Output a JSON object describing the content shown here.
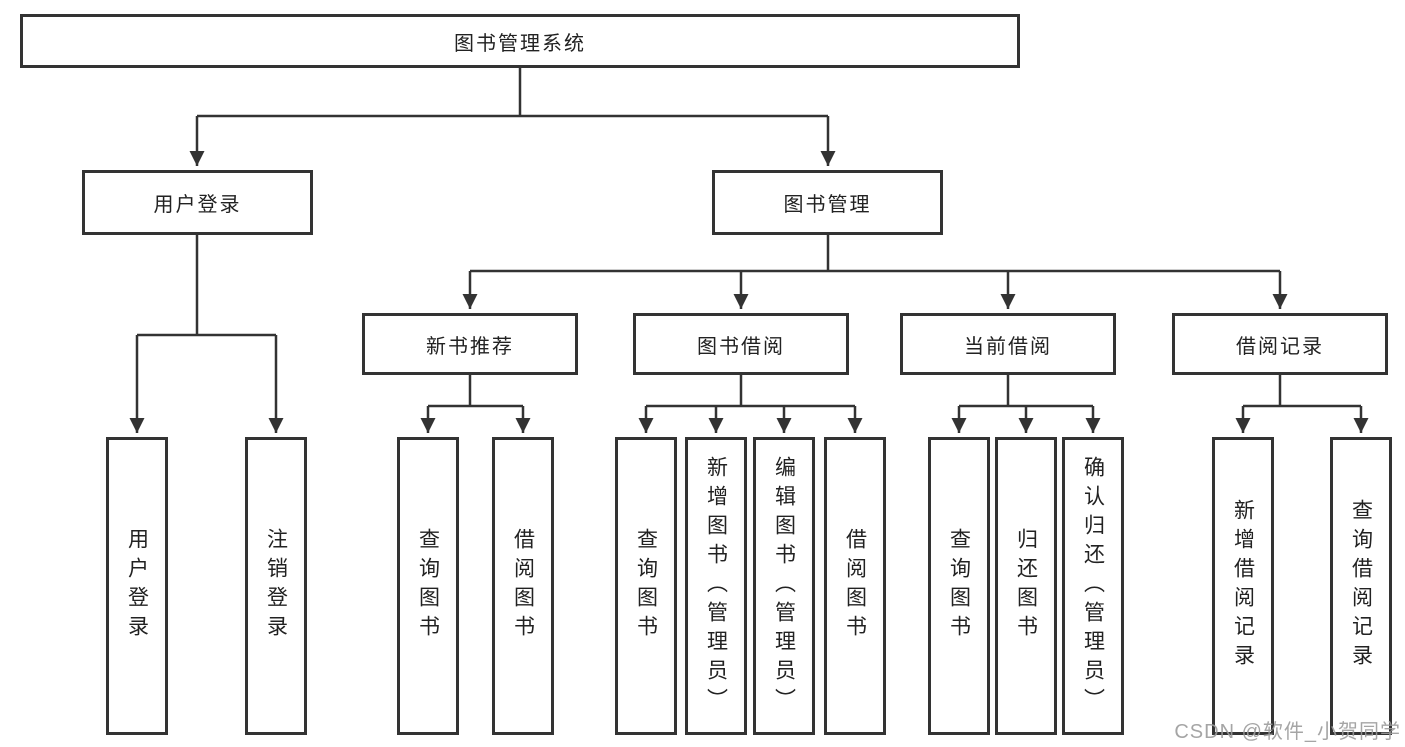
{
  "diagram_title": "图书管理系统",
  "tree": {
    "root": {
      "label": "图书管理系统"
    },
    "branches": [
      {
        "label": "用户登录",
        "children": [
          {
            "label": "用户登录"
          },
          {
            "label": "注销登录"
          }
        ]
      },
      {
        "label": "图书管理",
        "groups": [
          {
            "label": "新书推荐",
            "children": [
              {
                "label": "查询图书"
              },
              {
                "label": "借阅图书"
              }
            ]
          },
          {
            "label": "图书借阅",
            "children": [
              {
                "label": "查询图书"
              },
              {
                "label": "新增图书（管理员）"
              },
              {
                "label": "编辑图书（管理员）"
              },
              {
                "label": "借阅图书"
              }
            ]
          },
          {
            "label": "当前借阅",
            "children": [
              {
                "label": "查询图书"
              },
              {
                "label": "归还图书"
              },
              {
                "label": "确认归还（管理员）"
              }
            ]
          },
          {
            "label": "借阅记录",
            "children": [
              {
                "label": "新增借阅记录"
              },
              {
                "label": "查询借阅记录"
              }
            ]
          }
        ]
      }
    ]
  },
  "watermark": "CSDN @软件_小贺同学",
  "colors": {
    "line": "#333333",
    "node_border": "#333333",
    "text": "#222222",
    "watermark": "#9b9b9b",
    "background": "#ffffff"
  }
}
